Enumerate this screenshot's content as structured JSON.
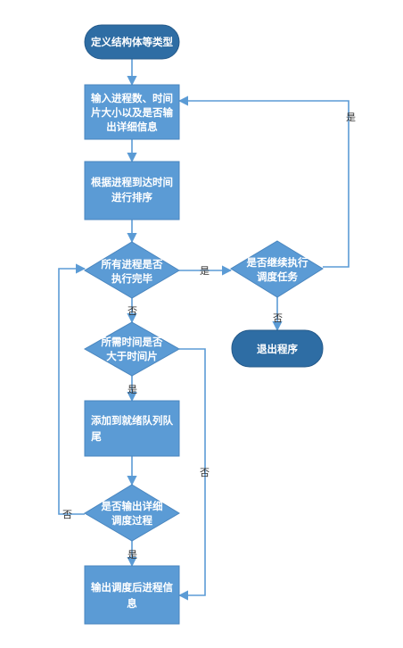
{
  "nodes": {
    "define_struct": "定义结构体等类型",
    "input_info": [
      "输入进程数、时间",
      "片大小以及是否输",
      "出详细信息"
    ],
    "sort_by_arrival": [
      "根据进程到达时间",
      "进行排序"
    ],
    "all_done": [
      "所有进程是否",
      "执行完毕"
    ],
    "continue_task": [
      "是否继续执行",
      "调度任务"
    ],
    "exit_program": "退出程序",
    "time_greater": [
      "所需时间是否",
      "大于时间片"
    ],
    "add_to_queue": [
      "添加到就绪队列队",
      "尾"
    ],
    "output_detail": [
      "是否输出详细",
      "调度过程"
    ],
    "output_result": [
      "输出调度后进程信",
      "息"
    ]
  },
  "edge_labels": {
    "all_done_yes": "是",
    "all_done_no": "否",
    "continue_yes": "是",
    "continue_no": "否",
    "time_yes": "是",
    "time_no": "否",
    "detail_yes": "是",
    "detail_no": "否"
  },
  "colors": {
    "process": "#5b9bd5",
    "terminal": "#2e6da4",
    "edge": "#5b9bd5",
    "text": "#ffffff",
    "label": "#333333"
  }
}
